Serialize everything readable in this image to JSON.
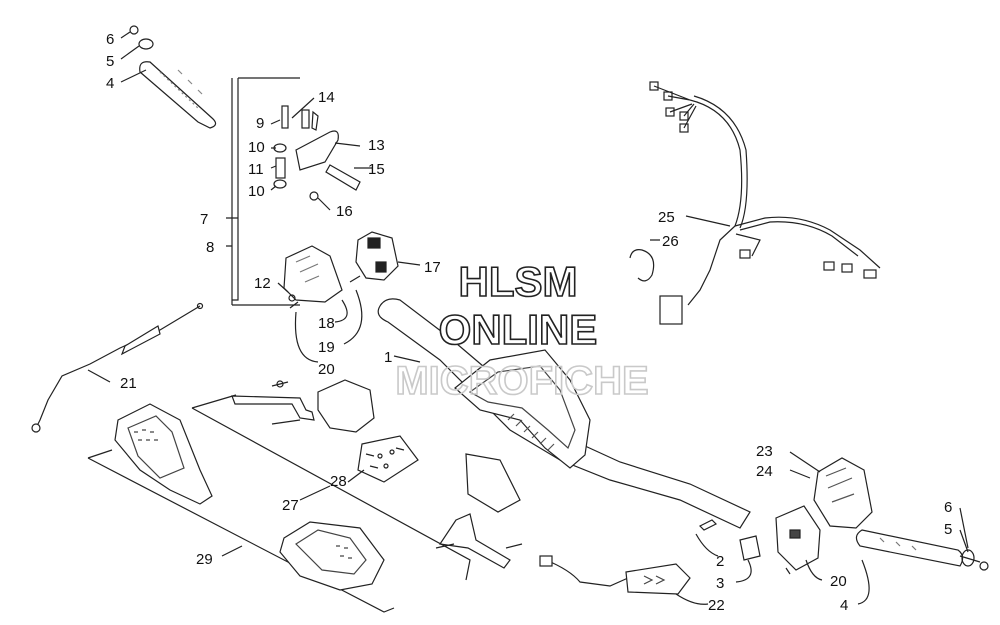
{
  "watermark": {
    "line1": "HLSM",
    "line2": "ONLINE",
    "line3": "MICROFICHE"
  },
  "callouts": {
    "c6a": "6",
    "c5a": "5",
    "c4a": "4",
    "c9": "9",
    "c14": "14",
    "c10a": "10",
    "c13": "13",
    "c11": "11",
    "c15": "15",
    "c10b": "10",
    "c16": "16",
    "c7": "7",
    "c8": "8",
    "c17": "17",
    "c12": "12",
    "c18": "18",
    "c19": "19",
    "c20a": "20",
    "c21": "21",
    "c1": "1",
    "c25": "25",
    "c26": "26",
    "c28": "28",
    "c27": "27",
    "c29": "29",
    "c23": "23",
    "c24": "24",
    "c2": "2",
    "c3": "3",
    "c22": "22",
    "c20b": "20",
    "c4b": "4",
    "c6b": "6",
    "c5b": "5"
  }
}
